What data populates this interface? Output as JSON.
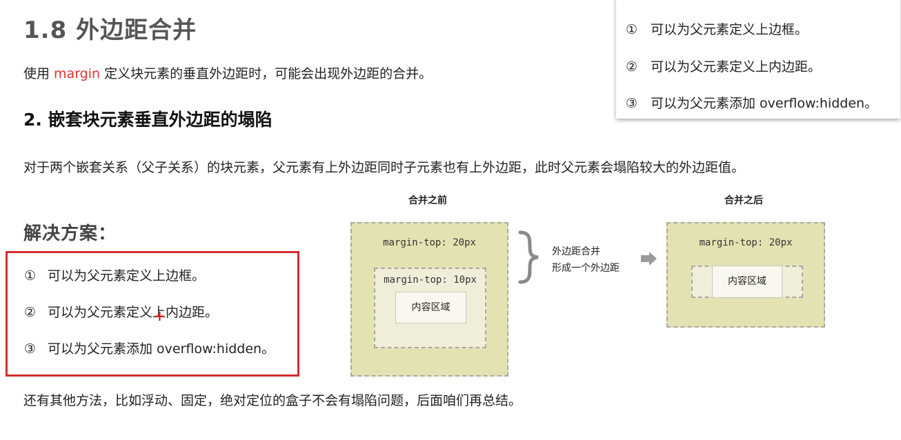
{
  "heading": "1.8 外边距合并",
  "intro": {
    "before": "使用 ",
    "keyword": "margin",
    "after": " 定义块元素的垂直外边距时，可能会出现外边距的合并。"
  },
  "section_title": "2. 嵌套块元素垂直外边距的塌陷",
  "section_desc": "对于两个嵌套关系（父子关系）的块元素，父元素有上外边距同时子元素也有上外边距，此时父元素会塌陷较大的外边距值。",
  "solution": {
    "title": "解决方案：",
    "items": [
      {
        "num": "①",
        "text": "可以为父元素定义上边框。"
      },
      {
        "num": "②",
        "text": "可以为父元素定义上内边距。"
      },
      {
        "num": "③",
        "text": "可以为父元素添加 overflow:hidden。"
      }
    ]
  },
  "popup": {
    "items": [
      {
        "num": "①",
        "text": "可以为父元素定义上边框。"
      },
      {
        "num": "②",
        "text": "可以为父元素定义上内边距。"
      },
      {
        "num": "③",
        "text": "可以为父元素添加 overflow:hidden。"
      }
    ]
  },
  "cursor_glyph": "+",
  "diagram": {
    "before_title": "合并之前",
    "after_title": "合并之后",
    "outer_margin": "margin-top: 20px",
    "inner_margin": "margin-top: 10px",
    "content": "内容区域",
    "merge_line1": "外边距合并",
    "merge_line2": "形成一个外边距",
    "outer_fill": "#e3e2b2",
    "inner_fill": "#efeed8"
  },
  "footer_note": "还有其他方法，比如浮动、固定，绝对定位的盒子不会有塌陷问题，后面咱们再总结。"
}
